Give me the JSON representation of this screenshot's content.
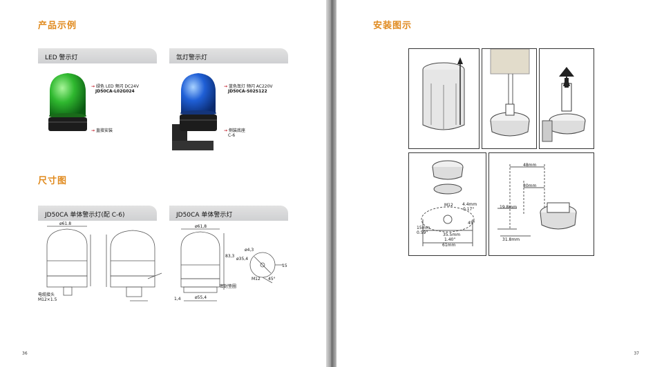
{
  "left_page": {
    "section_product_examples": "产品示例",
    "product_tabs": [
      {
        "label": "LED 警示灯"
      },
      {
        "label": "氙灯警示灯"
      }
    ],
    "led_product": {
      "desc": "绿色 LED 频闪 DC24V",
      "model": "JD50CA-L02G024",
      "mount": "直接安装"
    },
    "xenon_product": {
      "desc": "蓝色氙灯 频闪 AC220V",
      "model": "JD50CA-S02S122",
      "mount_line1": "侧装底座",
      "mount_line2": "C-6"
    },
    "section_dimensions": "尺寸图",
    "dim_tabs": [
      {
        "label": "JD50CA 单体警示灯(配 C-6)"
      },
      {
        "label": "JD50CA 单体警示灯"
      }
    ],
    "dim_labels": {
      "d_top": "ø61.8",
      "cable": "电缆接头",
      "cable2": "M12×1.5",
      "dia_body": "ø61,8",
      "height": "83,3",
      "hole1": "ø4,3",
      "hole2": "ø35,4",
      "m12": "M12",
      "angle": "45°",
      "side": "15",
      "base": "ø55,4",
      "seal": "密封垫圈",
      "small": "1,4"
    },
    "page_number": "36"
  },
  "right_page": {
    "section_installation": "安装图示",
    "diagram_labels": {
      "m12": "M12",
      "d4": "4.4mm",
      "d4b": "0.17\"",
      "d_15": "15mm",
      "d_15b": "0.59\"",
      "d_355": "35.5mm",
      "d_355b": "1.40\"",
      "d_61": "61mm",
      "angle": "45°",
      "w48": "48mm",
      "w30": "30mm",
      "h198": "19.8mm",
      "w318": "31.8mm"
    },
    "page_number": "37"
  },
  "colors": {
    "section_title": "#e08a1e",
    "led_green": "#2fb82f",
    "xenon_blue": "#1f5fd6",
    "arrow_red": "#c21e2a"
  }
}
